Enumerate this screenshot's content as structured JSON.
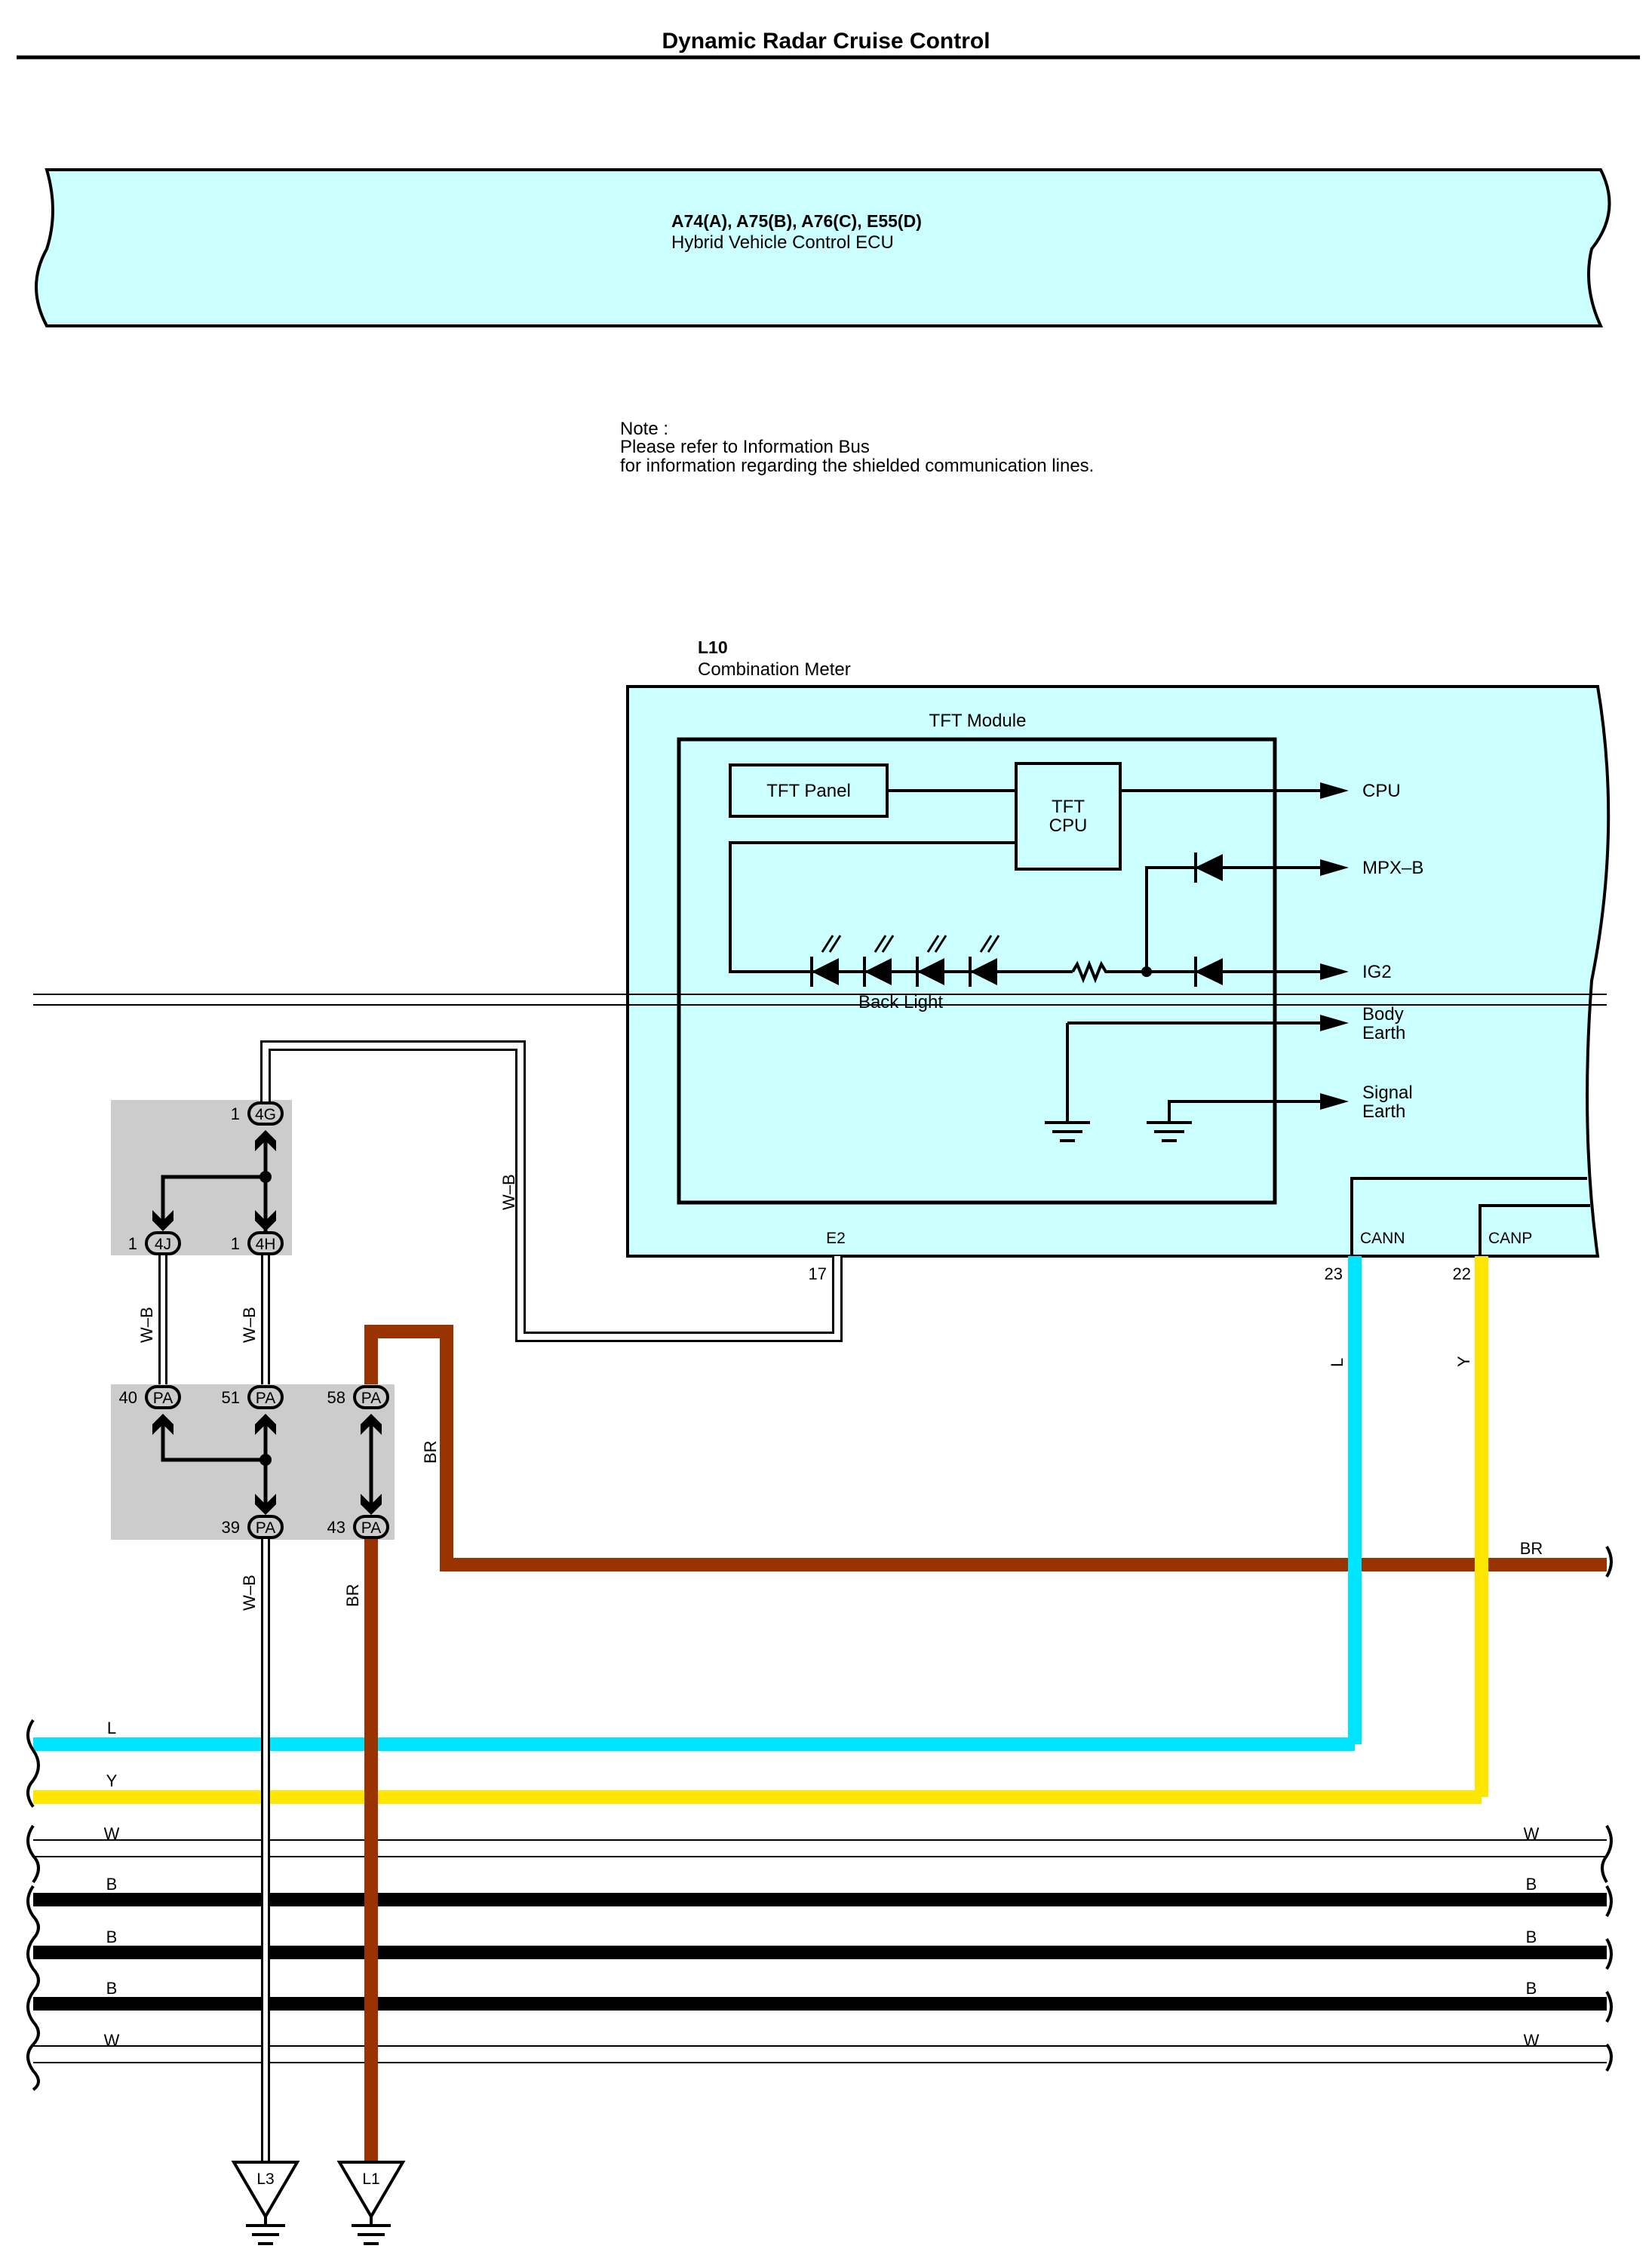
{
  "title": "Dynamic Radar Cruise Control",
  "ecu": {
    "connectors": "A74(A), A75(B), A76(C), E55(D)",
    "name": "Hybrid Vehicle Control ECU"
  },
  "note": {
    "line1": "Note :",
    "line2": "Please refer to Information Bus",
    "line3": "for information regarding the shielded communication lines."
  },
  "meter": {
    "code": "L10",
    "name": "Combination Meter",
    "module": "TFT Module",
    "tft_panel": "TFT Panel",
    "tft_cpu_1": "TFT",
    "tft_cpu_2": "CPU",
    "back_light": "Back Light",
    "outputs": {
      "cpu": "CPU",
      "mpxb": "MPX–B",
      "ig2": "IG2",
      "body_earth_1": "Body",
      "body_earth_2": "Earth",
      "signal_earth_1": "Signal",
      "signal_earth_2": "Earth"
    },
    "terminals": {
      "e2": {
        "name": "E2",
        "pin": "17"
      },
      "cann": {
        "name": "CANN",
        "pin": "23"
      },
      "canp": {
        "name": "CANP",
        "pin": "22"
      }
    }
  },
  "junction_upper": {
    "j4g": {
      "pin": "1",
      "code": "4G"
    },
    "j4j": {
      "pin": "1",
      "code": "4J"
    },
    "j4h": {
      "pin": "1",
      "code": "4H"
    }
  },
  "junction_lower": {
    "p40": {
      "pin": "40",
      "code": "PA"
    },
    "p51": {
      "pin": "51",
      "code": "PA"
    },
    "p58": {
      "pin": "58",
      "code": "PA"
    },
    "p39": {
      "pin": "39",
      "code": "PA"
    },
    "p43": {
      "pin": "43",
      "code": "PA"
    }
  },
  "wire_labels": {
    "wb": "W–B",
    "br": "BR",
    "l": "L",
    "y": "Y",
    "w": "W",
    "b": "B"
  },
  "grounds": {
    "l3": "L3",
    "l1": "L1"
  },
  "colors": {
    "component_fill": "#ccffff",
    "junction_fill": "#cccccc",
    "wire_l": "#00e5ff",
    "wire_y": "#ffe600",
    "wire_br": "#993300",
    "wire_b": "#000000"
  }
}
